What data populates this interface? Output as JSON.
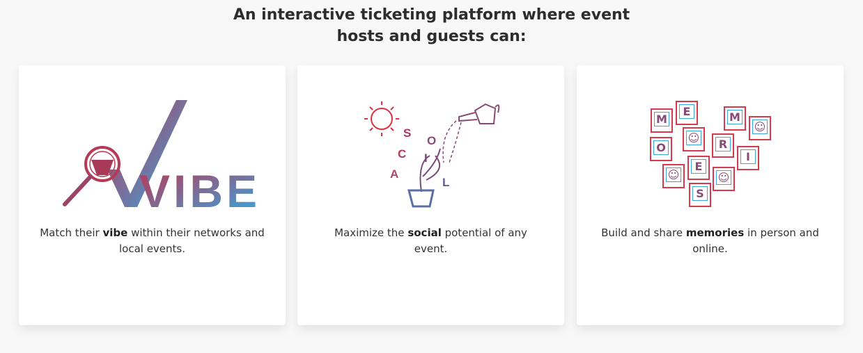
{
  "heading": {
    "line1": "An interactive ticketing platform where event",
    "line2": "hosts and guests can:"
  },
  "cards": [
    {
      "logo_text": "VIBE",
      "pre": "Match their ",
      "bold": "vibe",
      "post": " within their networks and local events."
    },
    {
      "logo_letters": [
        "S",
        "O",
        "C",
        "I",
        "A",
        "L"
      ],
      "pre": "Maximize the ",
      "bold": "social",
      "post": " potential of any event."
    },
    {
      "tiles": [
        "M",
        "E",
        "M",
        "☺",
        "O",
        "☺",
        "R",
        "I",
        "☺",
        "E",
        "☺",
        "S"
      ],
      "pre": "Build and share ",
      "bold": "memories",
      "post": " in person and online."
    }
  ],
  "colors": {
    "gradient_start": "#c0334f",
    "gradient_end": "#33a9e3",
    "background": "#f8f8f8"
  }
}
